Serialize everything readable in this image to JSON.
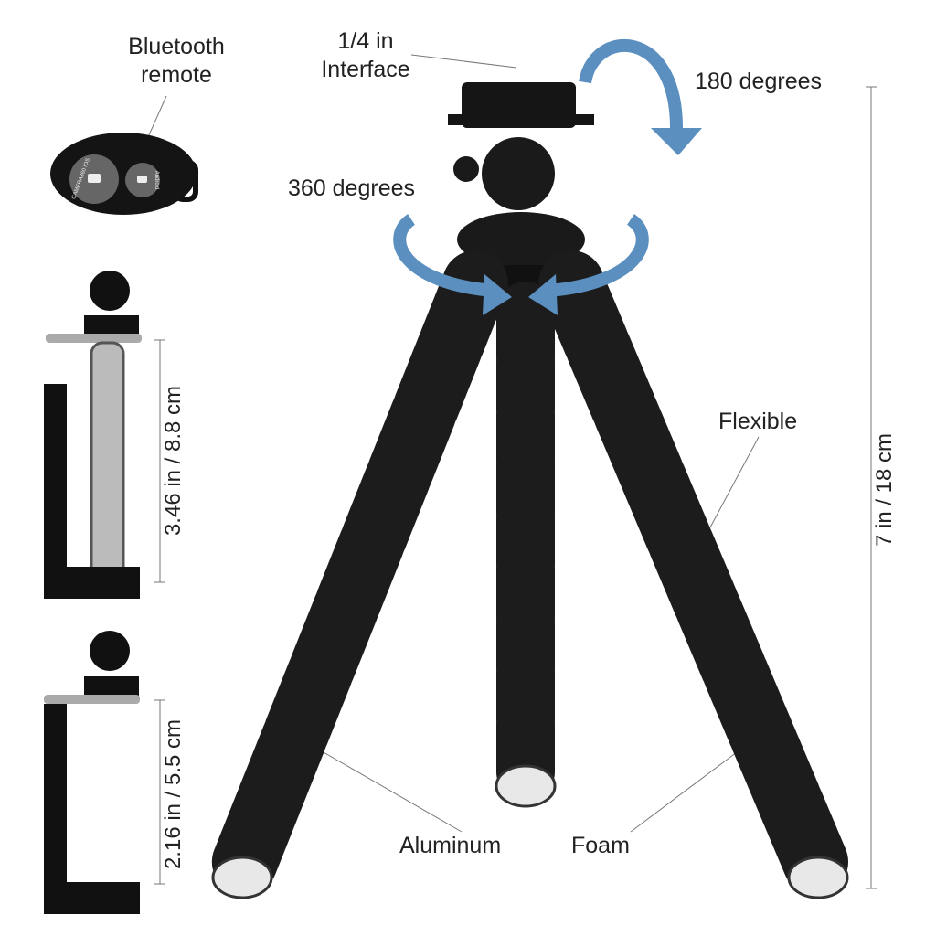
{
  "labels": {
    "remote_line1": "Bluetooth",
    "remote_line2": "remote",
    "interface_line1": "1/4 in",
    "interface_line2": "Interface",
    "deg180": "180 degrees",
    "deg360": "360 degrees",
    "flexible": "Flexible",
    "aluminum": "Aluminum",
    "foam": "Foam"
  },
  "dimensions": {
    "holder_large": "3.46 in / 8.8 cm",
    "holder_small": "2.16 in / 5.5 cm",
    "tripod_height": "7 in / 18 cm"
  },
  "remote_buttons": {
    "left": "CAMERA360 iOS",
    "right": "Android"
  },
  "colors": {
    "arrow": "#5b8fc0",
    "foam": "#1c1c1c",
    "foot": "#e8e8e8"
  }
}
